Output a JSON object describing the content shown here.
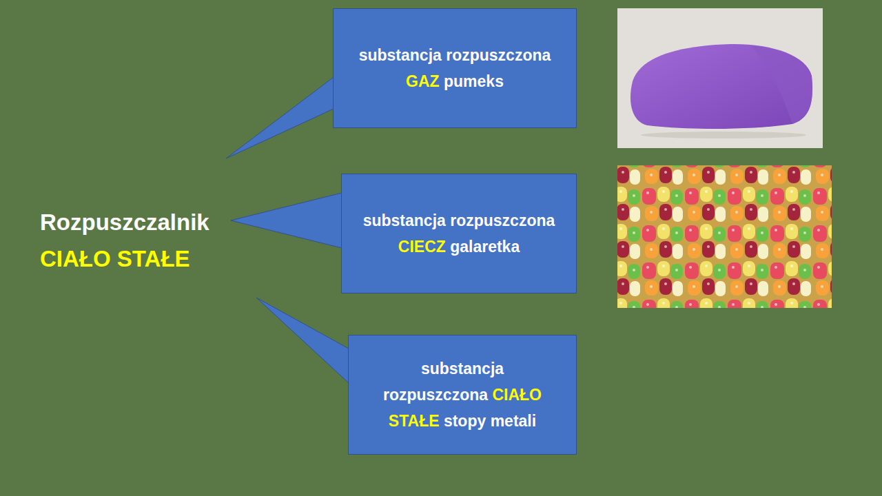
{
  "diagram": {
    "nodes": [
      {
        "text": [
          "substancja rozpuszczona",
          "GAZ",
          "pumeks"
        ]
      },
      {
        "text": [
          "substancja rozpuszczona",
          "CIECZ",
          "galaretka"
        ]
      },
      {
        "text": [
          "substancja rozpuszczona",
          "CIAŁO STAŁE",
          "stopy metali"
        ]
      }
    ],
    "labels": [
      "Rozpuszczalnik",
      "CIAŁO STAŁE"
    ]
  }
}
